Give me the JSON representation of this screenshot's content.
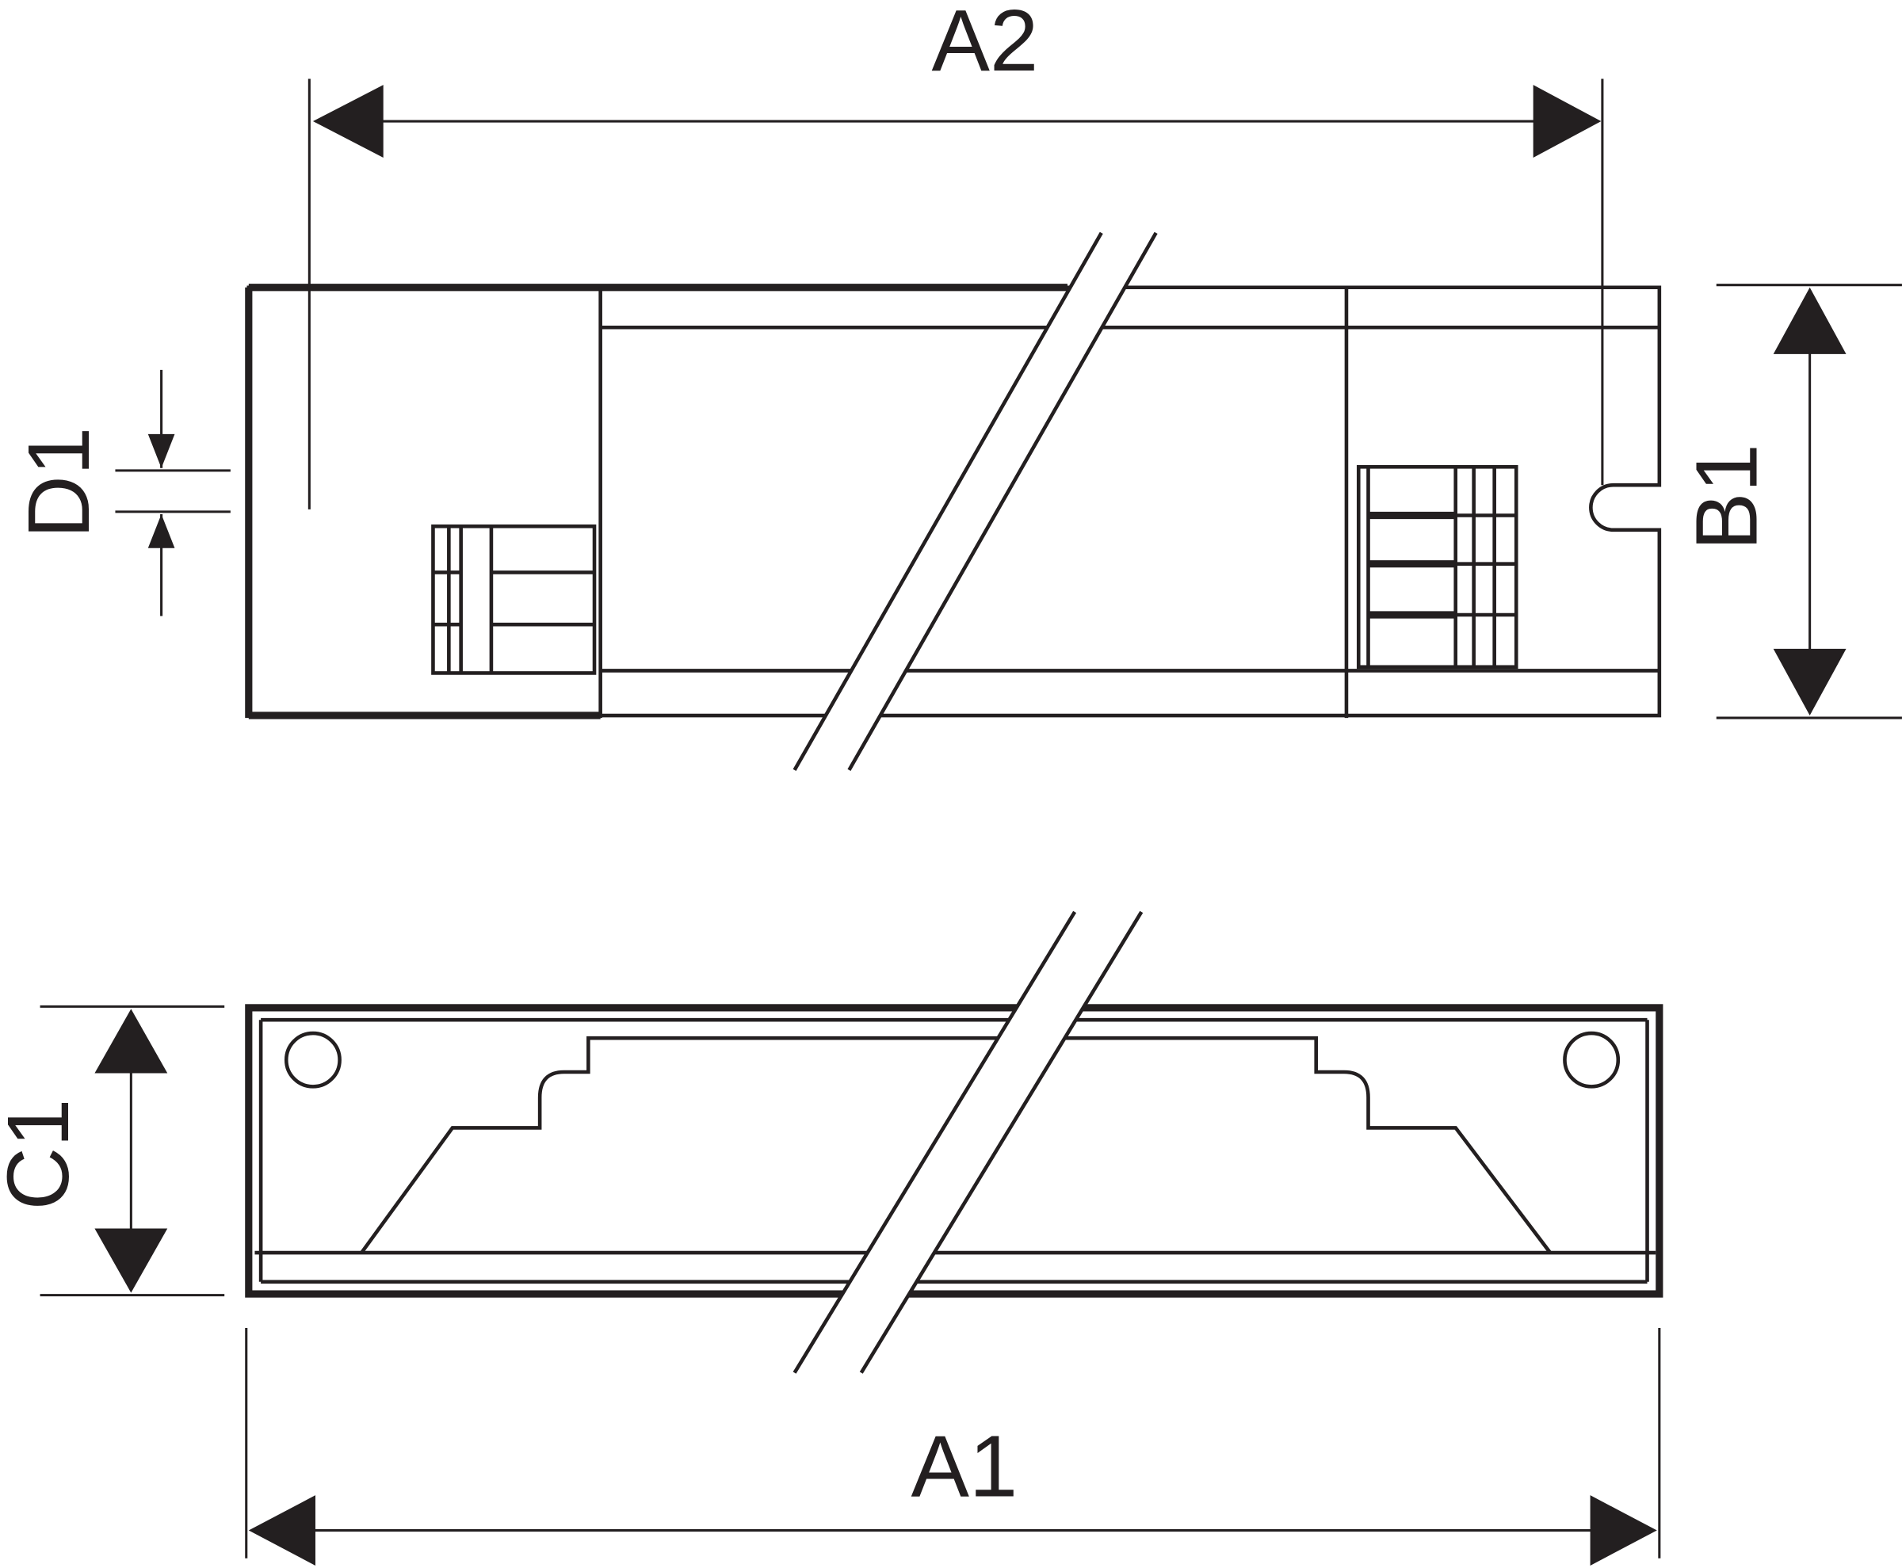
{
  "drawing": {
    "labels": {
      "a2": "A2",
      "b1": "B1",
      "d1": "D1",
      "c1": "C1",
      "a1": "A1"
    },
    "line_color": "#231f20"
  }
}
